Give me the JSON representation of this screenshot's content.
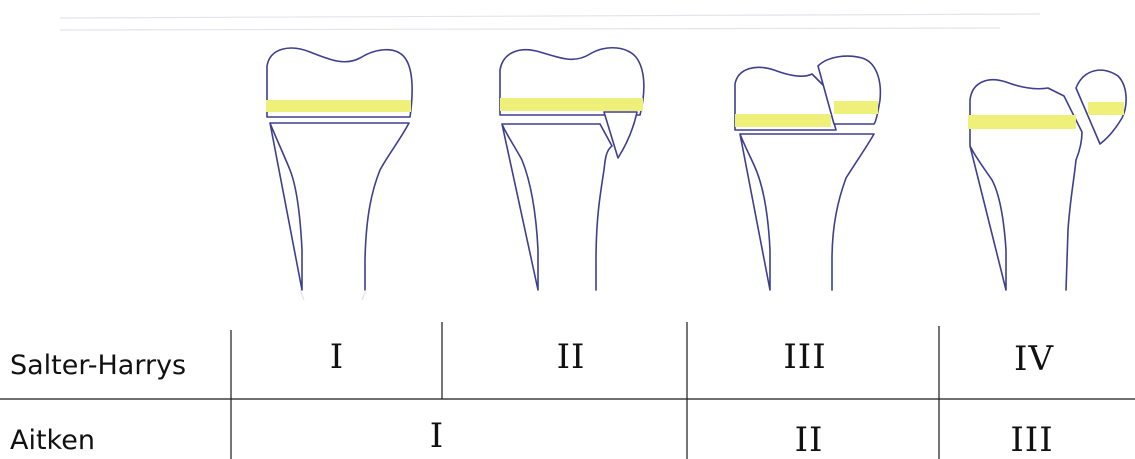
{
  "rows": {
    "salter": {
      "label": "Salter-Harrys",
      "classes": [
        "I",
        "II",
        "III",
        "IV"
      ]
    },
    "aitken": {
      "label": "Aitken",
      "classes": [
        "I",
        "II",
        "III"
      ]
    }
  },
  "colors": {
    "bone_outline": "#3d3f8f",
    "growth_plate": "#eef07a",
    "table_lines": "#1a1a1a"
  }
}
